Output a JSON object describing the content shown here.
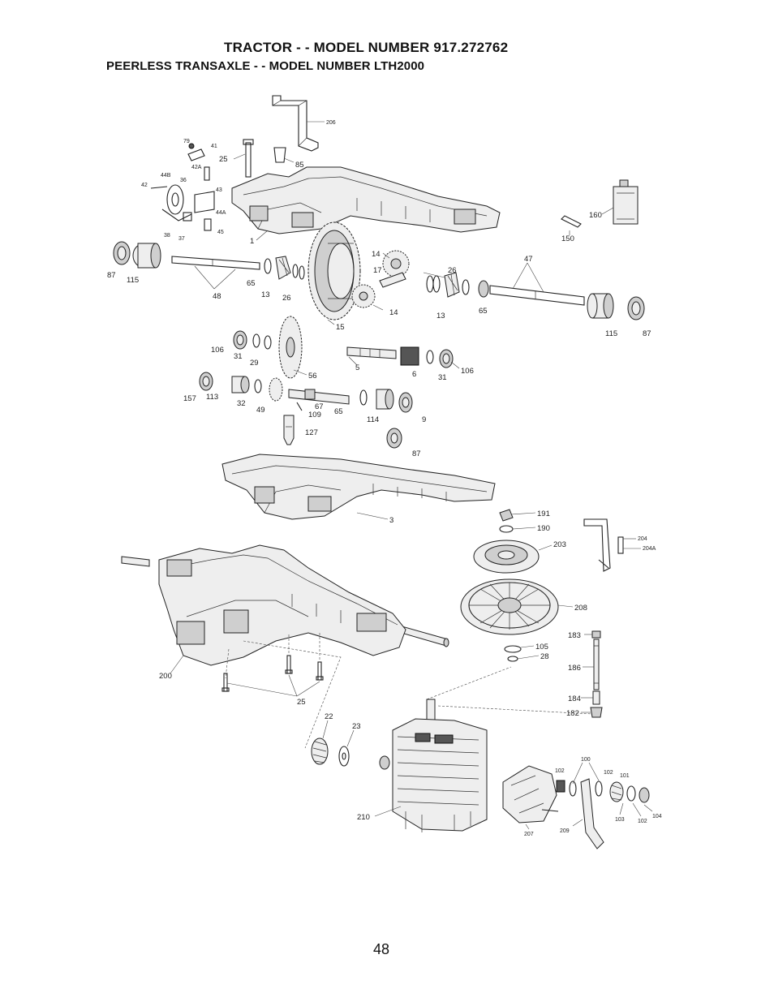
{
  "header": {
    "title": "TRACTOR - - MODEL NUMBER  917.272762",
    "subtitle": "PEERLESS TRANSAXLE - - MODEL NUMBER LTH2000"
  },
  "page_number": "48",
  "callouts": {
    "c206": "206",
    "c79": "79",
    "c41": "41",
    "c25a": "25",
    "c85": "85",
    "c42A": "42A",
    "c44B": "44B",
    "c36": "36",
    "c42": "42",
    "c43": "43",
    "c44A": "44A",
    "c38": "38",
    "c37": "37",
    "c45": "45",
    "c1": "1",
    "c160": "160",
    "c150": "150",
    "c87a": "87",
    "c115a": "115",
    "c48": "48",
    "c65a": "65",
    "c13a": "13",
    "c26a": "26",
    "c14a": "14",
    "c17": "17",
    "c26b": "26",
    "c14b": "14",
    "c13b": "13",
    "c65b": "65",
    "c47": "47",
    "c15": "15",
    "c115b": "115",
    "c87b": "87",
    "c106a": "106",
    "c31a": "31",
    "c29": "29",
    "c56": "56",
    "c5": "5",
    "c6": "6",
    "c31b": "31",
    "c106b": "106",
    "c157": "157",
    "c113": "113",
    "c32": "32",
    "c49": "49",
    "c67": "67",
    "c109": "109",
    "c65c": "65",
    "c114": "114",
    "c9": "9",
    "c127": "127",
    "c87c": "87",
    "c3": "3",
    "c191": "191",
    "c190": "190",
    "c203": "203",
    "c204": "204",
    "c204A": "204A",
    "c208": "208",
    "c183": "183",
    "c105": "105",
    "c28": "28",
    "c186": "186",
    "c200": "200",
    "c25b": "25",
    "c184": "184",
    "c182": "182",
    "c22": "22",
    "c23": "23",
    "c100": "100",
    "c102a": "102",
    "c102b": "102",
    "c101": "101",
    "c210": "210",
    "c207": "207",
    "c209": "209",
    "c103": "103",
    "c102c": "102",
    "c104": "104"
  }
}
